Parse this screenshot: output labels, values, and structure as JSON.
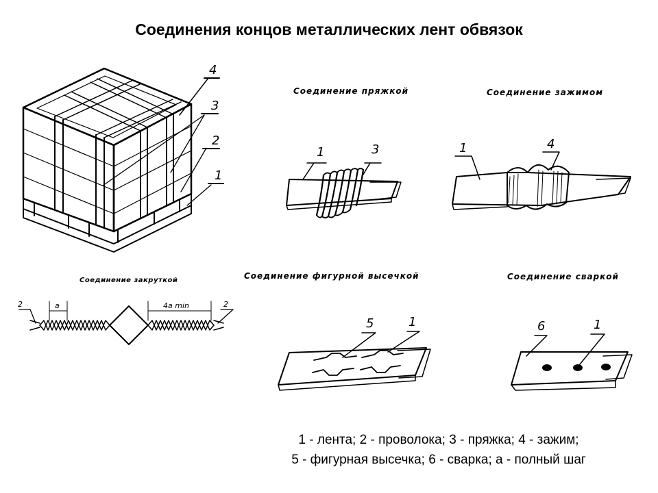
{
  "title": "Соединения концов металлических  лент  обвязок",
  "captions": {
    "buckle": "Соединение  пряжкой",
    "clamp": "Соединение  зажимом",
    "twist": "Соединение закруткой",
    "figured": "Соединение  фигурной  высечкой",
    "weld": "Соединение  сваркой"
  },
  "labels": {
    "pallet": [
      "4",
      "3",
      "2",
      "1"
    ],
    "buckle": [
      "1",
      "3"
    ],
    "clamp": [
      "1",
      "4"
    ],
    "twist": [
      "2",
      "а",
      "4а min",
      "2"
    ],
    "figured": [
      "5",
      "1"
    ],
    "weld": [
      "6",
      "1"
    ]
  },
  "legend": {
    "line1": "1 - лента; 2 - проволока; 3 - пряжка; 4 - зажим;",
    "line2": "5 - фигурная высечка; 6 - сварка; а - полный шаг"
  }
}
